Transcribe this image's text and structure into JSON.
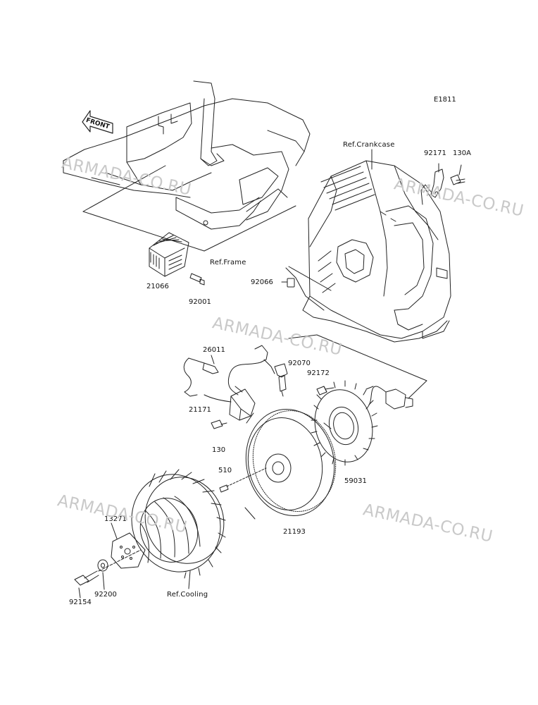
{
  "code": "E1811",
  "front_arrow": "FRONT",
  "refs": {
    "crankcase": "Ref.Crankcase",
    "frame": "Ref.Frame",
    "cooling": "Ref.Cooling"
  },
  "part_numbers": {
    "p92171": "92171",
    "p130A": "130A",
    "p21066": "21066",
    "p92001": "92001",
    "p92066": "92066",
    "p26011": "26011",
    "p92070": "92070",
    "p92172": "92172",
    "p21171": "21171",
    "p130": "130",
    "p510": "510",
    "p59031": "59031",
    "p13271": "13271",
    "p21193": "21193",
    "p92154": "92154",
    "p92200": "92200"
  },
  "watermark": "ARMADA-CO.RU"
}
